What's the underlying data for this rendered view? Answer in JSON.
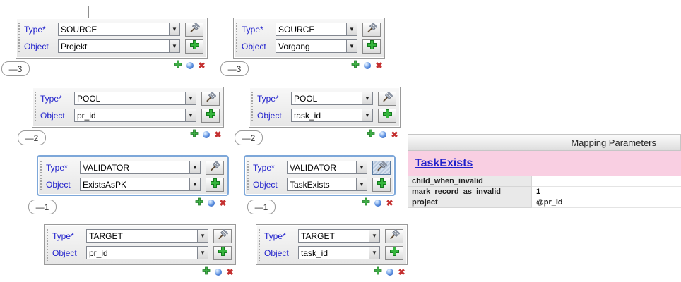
{
  "field_labels": {
    "type": "Type*",
    "object": "Object"
  },
  "group_toggles": [
    "—3",
    "—2",
    "—1"
  ],
  "glyphs": {
    "dropdown": "▼",
    "delete": "✖"
  },
  "cards": [
    {
      "type": "SOURCE",
      "object": "Projekt"
    },
    {
      "type": "POOL",
      "object": "pr_id"
    },
    {
      "type": "VALIDATOR",
      "object": "ExistsAsPK"
    },
    {
      "type": "TARGET",
      "object": "pr_id"
    },
    {
      "type": "SOURCE",
      "object": "Vorgang"
    },
    {
      "type": "POOL",
      "object": "task_id"
    },
    {
      "type": "VALIDATOR",
      "object": "TaskExists"
    },
    {
      "type": "TARGET",
      "object": "task_id"
    }
  ],
  "mapping_panel": {
    "title": "Mapping Parameters",
    "link_text": "TaskExists",
    "rows": [
      {
        "name": "child_when_invalid",
        "value": ""
      },
      {
        "name": "mark_record_as_invalid",
        "value": "1"
      },
      {
        "name": "project",
        "value": "@pr_id"
      }
    ]
  }
}
